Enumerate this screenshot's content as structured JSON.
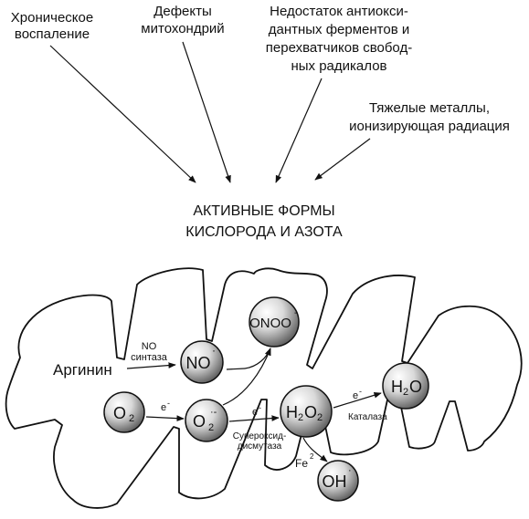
{
  "causes": {
    "inflammation": [
      "Хроническое",
      "воспаление"
    ],
    "mito": [
      "Дефекты",
      "митохондрий"
    ],
    "antiox": [
      "Недостаток антиокси-",
      "дантных ферментов и",
      "перехватчиков свобод-",
      "ных радикалов"
    ],
    "metals": [
      "Тяжелые металлы,",
      "ионизирующая радиация"
    ]
  },
  "center_title": [
    "АКТИВНЫЕ ФОРМЫ",
    "КИСЛОРОДА И АЗОТА"
  ],
  "cell": {
    "arginine": "Аргинин",
    "no_synthase": [
      "NO",
      "синтаза"
    ],
    "electron": "e",
    "electron_sup": "-",
    "sod": [
      "Супероксид-",
      "дисмутаза"
    ],
    "catalase": "Каталаза",
    "fe": "Fe",
    "fe_sup": "2"
  },
  "molecules": {
    "onoo": "ONOO",
    "onoo_sup": "-",
    "no": "NO",
    "no_sup": "·",
    "o2": "O",
    "o2_sub": "2",
    "o2rad": "O",
    "o2rad_sub": "2",
    "o2rad_sup": "·-",
    "h2o2": "H",
    "h2o2_sub1": "2",
    "h2o2_mid": "O",
    "h2o2_sub2": "2",
    "h2o": "H",
    "h2o_sub": "2",
    "h2o_end": "O",
    "oh": "OH",
    "oh_sup": "·"
  }
}
